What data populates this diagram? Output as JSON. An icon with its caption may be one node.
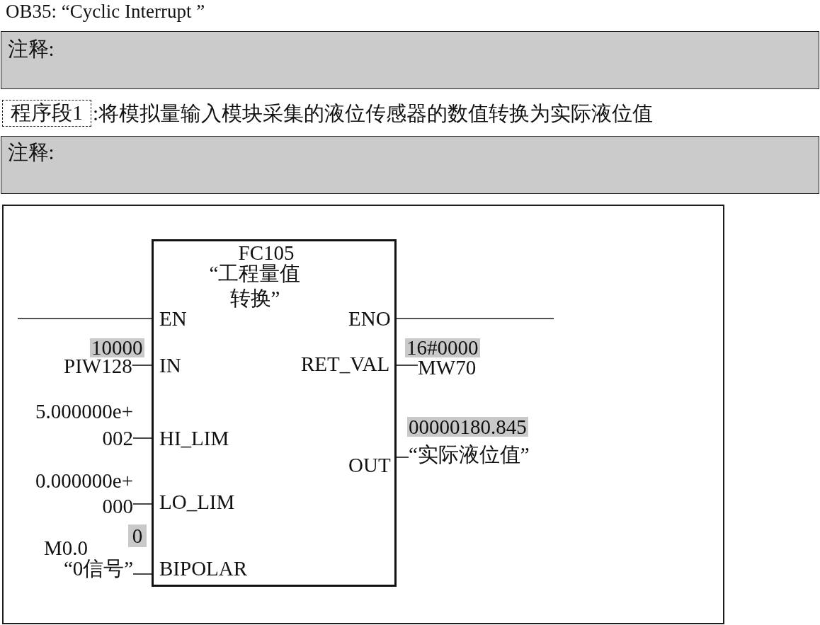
{
  "diagram": {
    "title": "OB35: “Cyclic Interrupt ”",
    "nodes": [
      {
        "text": [
          "注释:"
        ]
      },
      {
        "text": [
          "程序段1"
        ],
        "beside": [
          ":将模拟量输入模块采集的液位传感器的数值转换为实际液位值"
        ]
      },
      {
        "text": [
          "注释:"
        ]
      },
      {
        "text": [],
        "shape": "box"
      },
      {
        "text": [
          "FC105",
          "“工程量值转换”",
          "EN",
          "ENO",
          "IN",
          "RET_VAL",
          "HI_LIM",
          "OUT",
          "LO_LIM",
          "BIPOLAR"
        ],
        "in": 3
      },
      {
        "text": [
          "PIW128"
        ],
        "beside": [
          "10000"
        ],
        "in": 3
      },
      {
        "text": [
          "MW70"
        ],
        "beside": [
          "16#0000"
        ],
        "in": 3
      },
      {
        "text": [
          "5.000000e+ 002"
        ],
        "in": 3
      },
      {
        "text": [
          "“实际液位值”"
        ],
        "beside": [
          "00000180.845"
        ],
        "in": 3
      },
      {
        "text": [
          "0.000000e+ 000"
        ],
        "in": 3
      },
      {
        "text": [
          "M0.0",
          "“0信号”"
        ],
        "beside": [
          "0"
        ],
        "in": 3
      }
    ],
    "edges": [
      {
        "from": null,
        "to": 4,
        "arrow": "none"
      },
      {
        "from": 4,
        "to": null,
        "arrow": "none"
      },
      {
        "from": 5,
        "to": 4,
        "arrow": "none"
      },
      {
        "from": 4,
        "to": 6,
        "arrow": "none"
      },
      {
        "from": 7,
        "to": 4,
        "arrow": "none"
      },
      {
        "from": 4,
        "to": 8,
        "arrow": "none"
      },
      {
        "from": 9,
        "to": 4,
        "arrow": "none"
      },
      {
        "from": 10,
        "to": 4,
        "arrow": "none"
      }
    ]
  }
}
